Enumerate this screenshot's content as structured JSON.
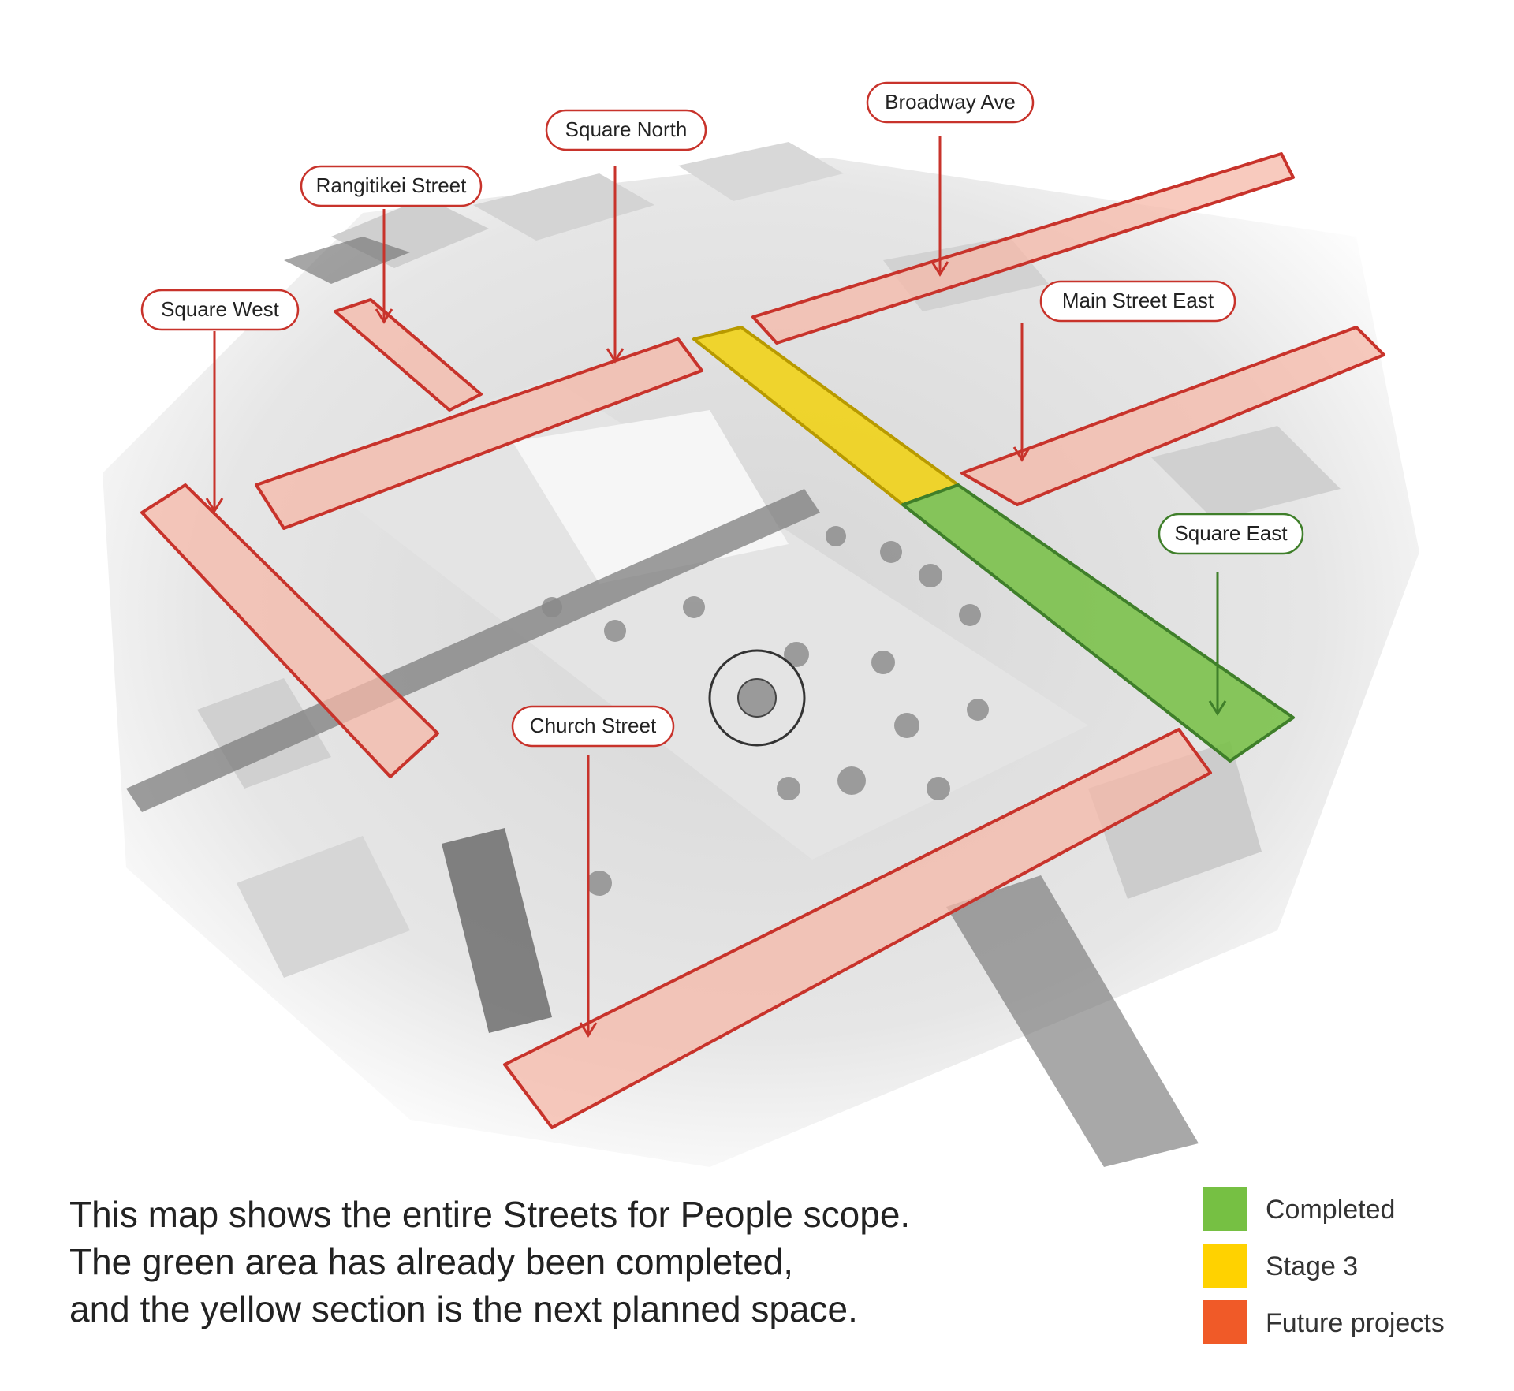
{
  "labels": {
    "square_west": "Square West",
    "rangitikei_street": "Rangitikei Street",
    "square_north": "Square North",
    "broadway_ave": "Broadway Ave",
    "main_street_east": "Main Street East",
    "square_east": "Square East",
    "church_street": "Church Street"
  },
  "caption": {
    "line1": "This map shows the entire Streets for People scope.",
    "line2": "The green area has already been completed,",
    "line3": "and the yellow section is the next planned space."
  },
  "legend": {
    "completed": {
      "label": "Completed",
      "color": "#76C043"
    },
    "stage3": {
      "label": "Stage 3",
      "color": "#FFD200"
    },
    "future": {
      "label": "Future projects",
      "color": "#F05A28"
    }
  },
  "colors": {
    "future_outline": "#C8332B",
    "future_fill": "#F5B8A8",
    "completed_outline": "#3F7F2A",
    "completed_fill": "#76C043",
    "stage3_outline": "#B89A00",
    "stage3_fill": "#F3D100"
  }
}
